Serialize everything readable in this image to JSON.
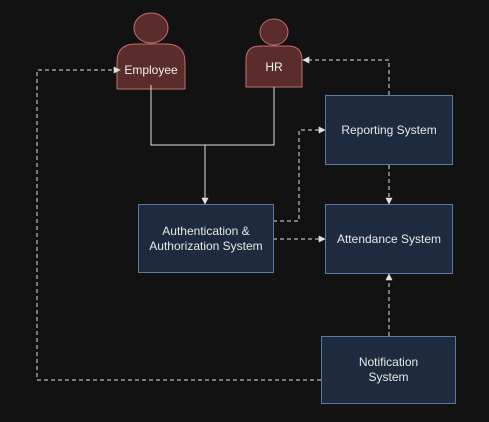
{
  "actors": {
    "employee": {
      "label": "Employee"
    },
    "hr": {
      "label": "HR"
    }
  },
  "systems": {
    "auth": {
      "label": "Authentication &\nAuthorization System"
    },
    "reporting": {
      "label": "Reporting System"
    },
    "attendance": {
      "label": "Attendance System"
    },
    "notification": {
      "label": "Notification\nSystem"
    }
  },
  "colors": {
    "background": "#121212",
    "actor_fill": "#5b2c2c",
    "actor_stroke": "#c86b6b",
    "system_fill": "#1e2a3d",
    "system_stroke": "#5b7aa3",
    "connector": "#e0e0e0"
  }
}
